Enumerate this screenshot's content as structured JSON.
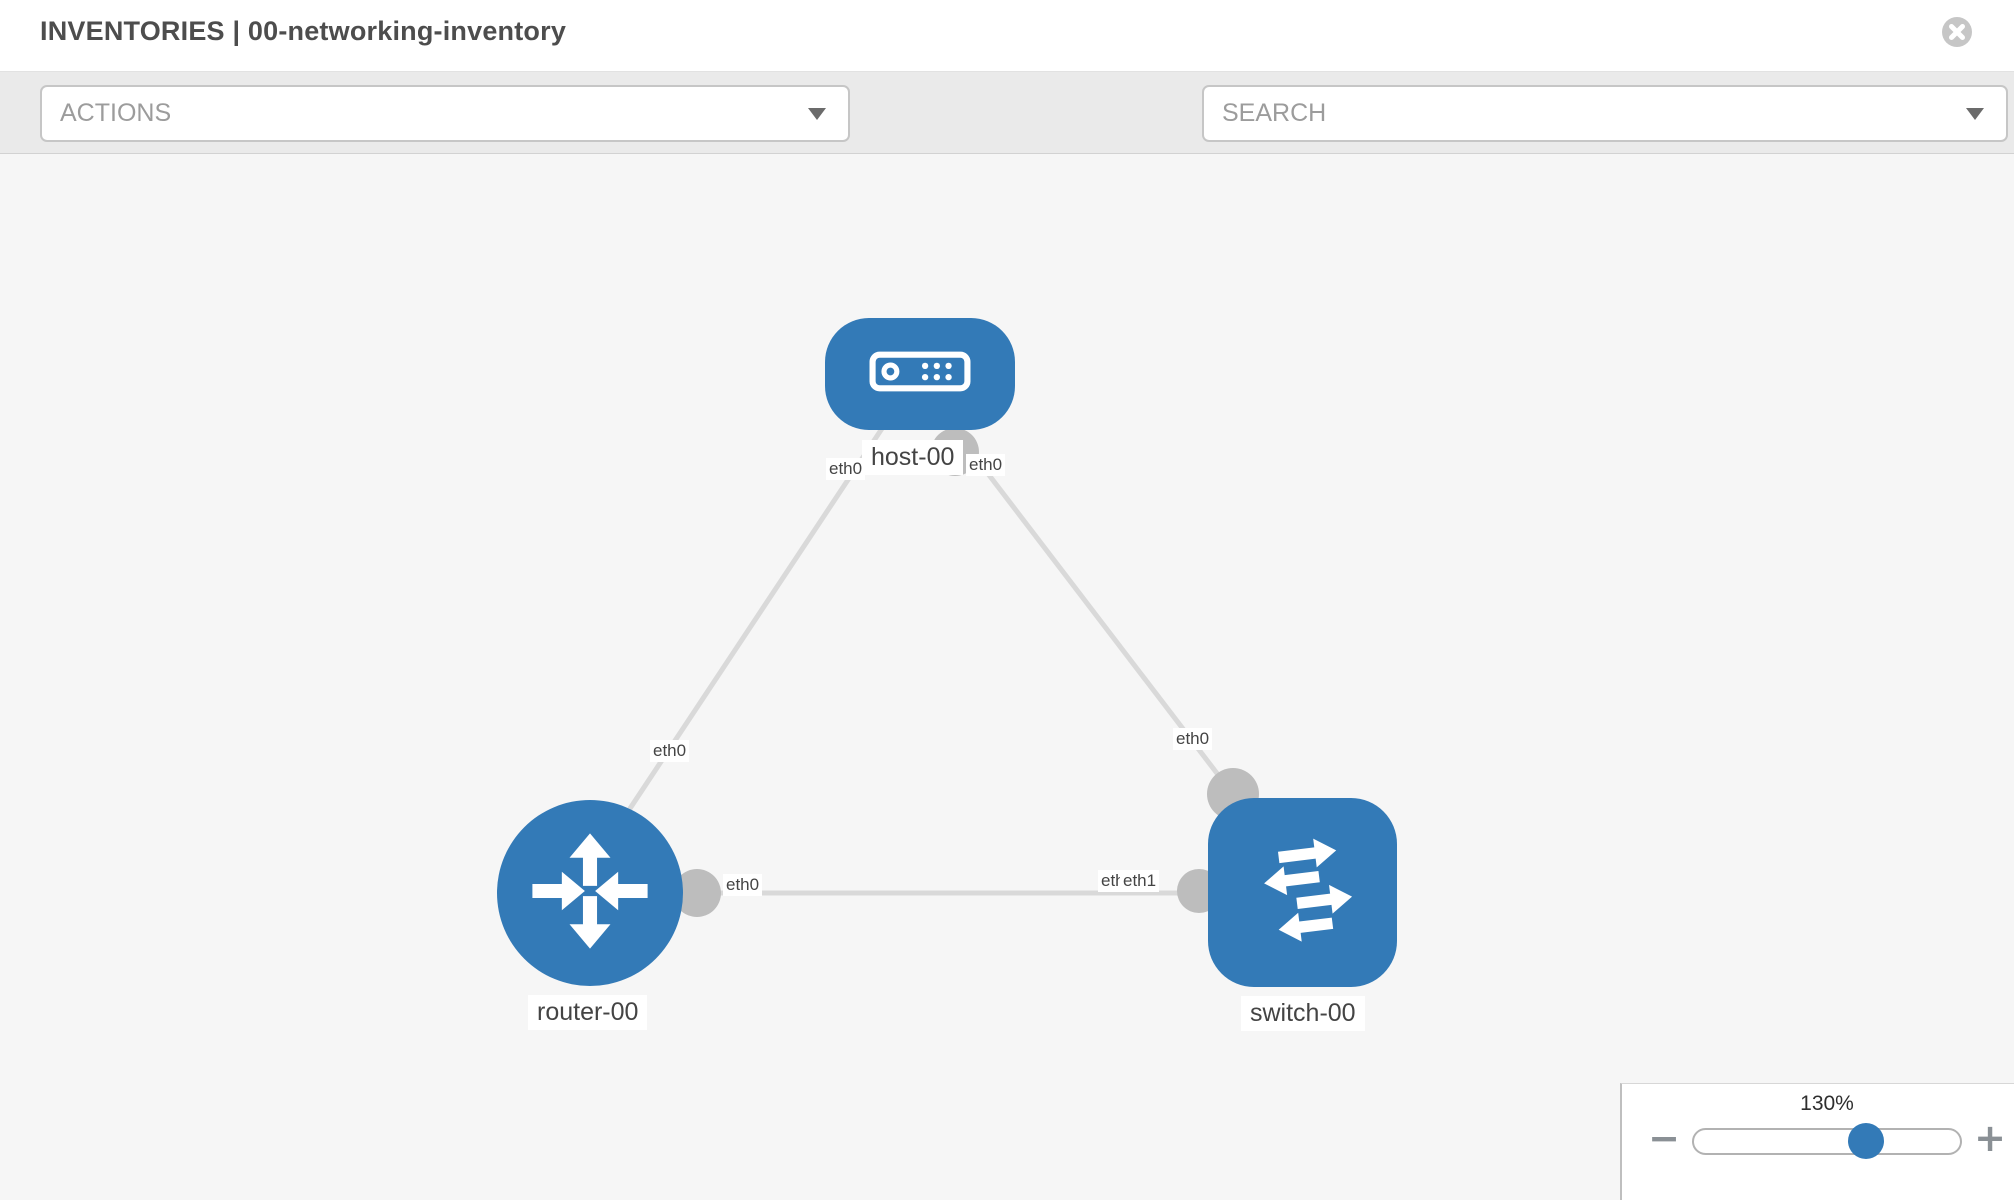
{
  "header": {
    "title": "INVENTORIES | 00-networking-inventory"
  },
  "toolbar": {
    "actions_label": "ACTIONS",
    "search_label": "SEARCH"
  },
  "topology": {
    "nodes": [
      {
        "id": "host-00",
        "type": "host",
        "label": "host-00"
      },
      {
        "id": "router-00",
        "type": "router",
        "label": "router-00"
      },
      {
        "id": "switch-00",
        "type": "switch",
        "label": "switch-00"
      }
    ],
    "links": [
      {
        "source": "host-00",
        "target": "router-00",
        "source_interface": "eth0",
        "target_interface": "eth0"
      },
      {
        "source": "host-00",
        "target": "switch-00",
        "source_interface": "eth0",
        "target_interface": "eth0"
      },
      {
        "source": "router-00",
        "target": "switch-00",
        "source_interface": "eth0",
        "target_interface": "eth1",
        "target_interface_overlapped": "eth0"
      }
    ]
  },
  "zoom_control": {
    "level": "130%",
    "minus": "−",
    "plus": "+"
  },
  "icons": {
    "close": "x-circle",
    "wrench": "wrench",
    "key": "key",
    "caret": "caret-down"
  },
  "colors": {
    "node_blue": "#337ab7",
    "link_gray": "#d9d9d9",
    "connector_gray": "#bdbdbd",
    "toolbar_gray": "#eaeaea",
    "canvas_gray": "#f6f6f6",
    "thumb_blue": "#337ab7"
  }
}
